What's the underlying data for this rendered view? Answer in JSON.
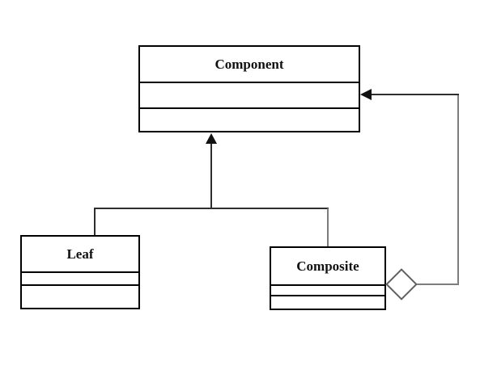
{
  "diagram": {
    "classes": [
      {
        "name": "Component"
      },
      {
        "name": "Leaf"
      },
      {
        "name": "Composite"
      }
    ],
    "relationships": [
      {
        "type": "generalization",
        "from": "Leaf",
        "to": "Component",
        "marker": "filled-triangle-arrowhead"
      },
      {
        "type": "generalization",
        "from": "Composite",
        "to": "Component",
        "marker": "filled-triangle-arrowhead"
      },
      {
        "type": "aggregation",
        "from": "Composite",
        "to": "Component",
        "marker": "hollow-diamond"
      }
    ],
    "colors": {
      "background": "#ffffff",
      "box_border": "#000000",
      "line_dark": "#2e2e2e",
      "line_gray": "#7d7d7d",
      "arrow_fill": "#111111"
    }
  }
}
